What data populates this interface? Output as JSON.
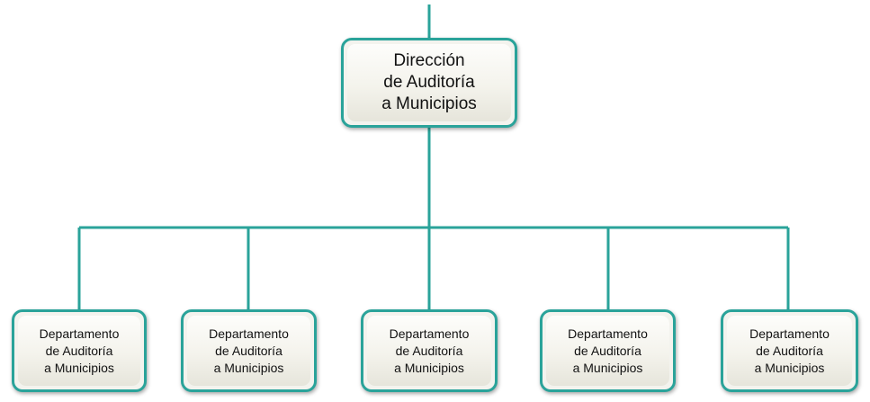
{
  "colors": {
    "connector": "#2aa39a",
    "node_border": "#2aa39a",
    "node_fill": "#f3f3ee"
  },
  "main_node": {
    "lines": [
      "Dirección",
      "de Auditoría",
      "a Municipios"
    ]
  },
  "departments": [
    {
      "lines": [
        "Departamento",
        "de Auditoría",
        "a Municipios"
      ]
    },
    {
      "lines": [
        "Departamento",
        "de Auditoría",
        "a Municipios"
      ]
    },
    {
      "lines": [
        "Departamento",
        "de Auditoría",
        "a Municipios"
      ]
    },
    {
      "lines": [
        "Departamento",
        "de Auditoría",
        "a Municipios"
      ]
    },
    {
      "lines": [
        "Departamento",
        "de Auditoría",
        "a Municipios"
      ]
    }
  ]
}
